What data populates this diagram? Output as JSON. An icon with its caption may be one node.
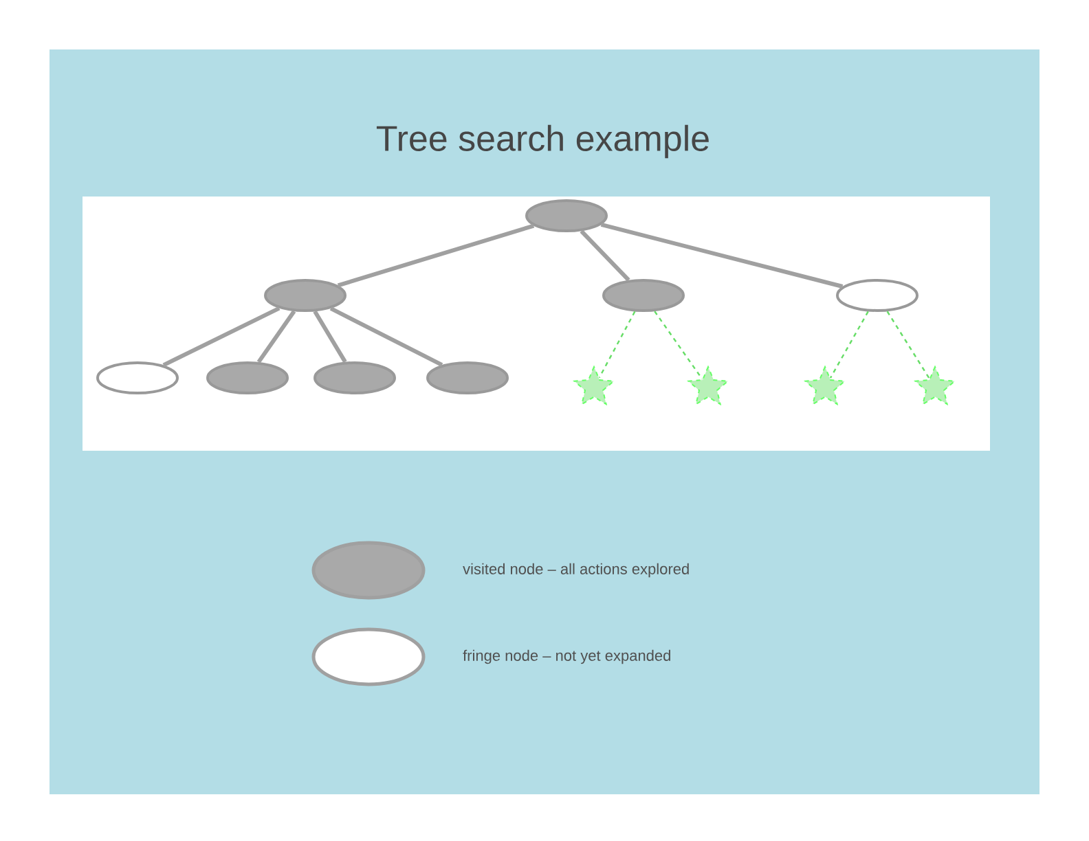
{
  "diagram": {
    "title": "Tree search example",
    "nodes": [
      {
        "text": [],
        "shape": "ellipse"
      },
      {
        "text": [],
        "shape": "ellipse"
      },
      {
        "text": [],
        "shape": "ellipse"
      },
      {
        "text": [],
        "shape": "ellipse"
      },
      {
        "text": [],
        "shape": "ellipse"
      },
      {
        "text": [],
        "shape": "ellipse"
      },
      {
        "text": [],
        "shape": "ellipse"
      },
      {
        "text": [],
        "shape": "ellipse"
      },
      {
        "text": [],
        "shape": "star"
      },
      {
        "text": [],
        "shape": "star"
      },
      {
        "text": [],
        "shape": "star"
      },
      {
        "text": [],
        "shape": "star"
      }
    ],
    "edges": [
      {
        "from": 0,
        "to": 1,
        "arrow": "none"
      },
      {
        "from": 0,
        "to": 2,
        "arrow": "none"
      },
      {
        "from": 0,
        "to": 3,
        "arrow": "none"
      },
      {
        "from": 1,
        "to": 4,
        "arrow": "none"
      },
      {
        "from": 1,
        "to": 5,
        "arrow": "none"
      },
      {
        "from": 1,
        "to": 6,
        "arrow": "none"
      },
      {
        "from": 1,
        "to": 7,
        "arrow": "none"
      },
      {
        "from": 2,
        "to": 8,
        "arrow": "none",
        "style": "dashed",
        "color": "#66dd66"
      },
      {
        "from": 2,
        "to": 9,
        "arrow": "none",
        "style": "dashed",
        "color": "#66dd66"
      },
      {
        "from": 3,
        "to": 10,
        "arrow": "none",
        "style": "dashed",
        "color": "#66dd66"
      },
      {
        "from": 3,
        "to": 11,
        "arrow": "none",
        "style": "dashed",
        "color": "#66dd66"
      }
    ],
    "legend": [
      {
        "text": "visited node – all actions explored",
        "color": "#a9a9a9"
      },
      {
        "text": "fringe node – not yet expanded",
        "color": "#ffffff"
      }
    ]
  }
}
